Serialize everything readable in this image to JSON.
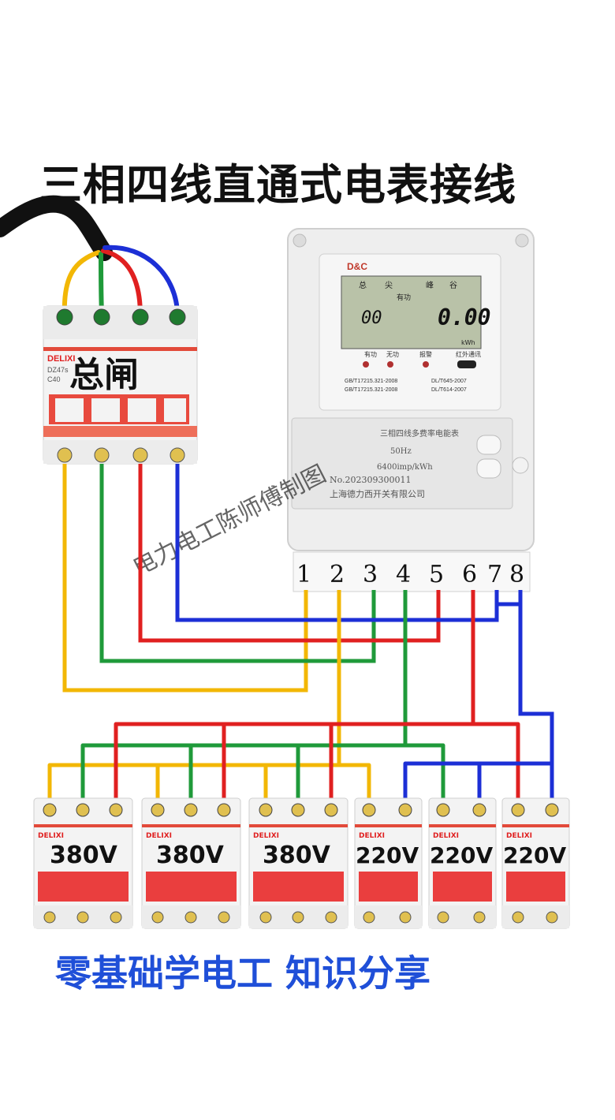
{
  "title": "三相四线直通式电表接线",
  "footer": "零基础学电工 知识分享",
  "watermark": "电力电工陈师傅制图",
  "main_breaker": {
    "brand": "DELIXI",
    "label": "总闸",
    "model": "DZ47s",
    "rating": "C40"
  },
  "meter": {
    "brand": "D&C",
    "lcd_left": "00",
    "lcd_right": "0.00",
    "lcd_unit": "kWh",
    "lcd_top": [
      "总",
      "尖",
      "峰",
      "谷"
    ],
    "lcd_status": "有功",
    "indicators": [
      "有功",
      "无功",
      "报警",
      "红外通讯"
    ],
    "standards": [
      "GB/T17215.321-2008",
      "DL/T645-2007",
      "GB/T17215.321-2008",
      "DL/T614-2007"
    ],
    "nameplate_title": "三相四线多费率电能表",
    "nameplate_freq": "50Hz",
    "nameplate_const": "6400imp/kWh",
    "nameplate_no": "No.202309300011",
    "nameplate_maker": "上海德力西开关有限公司",
    "terminals": [
      "1",
      "2",
      "3",
      "4",
      "5",
      "6",
      "7",
      "8"
    ]
  },
  "branch_breakers": [
    {
      "brand": "DELIXI",
      "voltage": "380V"
    },
    {
      "brand": "DELIXI",
      "voltage": "380V"
    },
    {
      "brand": "DELIXI",
      "voltage": "380V"
    },
    {
      "brand": "DELIXI",
      "voltage": "220V"
    },
    {
      "brand": "DELIXI",
      "voltage": "220V"
    },
    {
      "brand": "DELIXI",
      "voltage": "220V"
    }
  ],
  "wire_colors": {
    "yellow": "#f2b705",
    "green": "#1f9a3a",
    "red": "#e02020",
    "blue": "#1c2fd6",
    "black": "#111111"
  }
}
